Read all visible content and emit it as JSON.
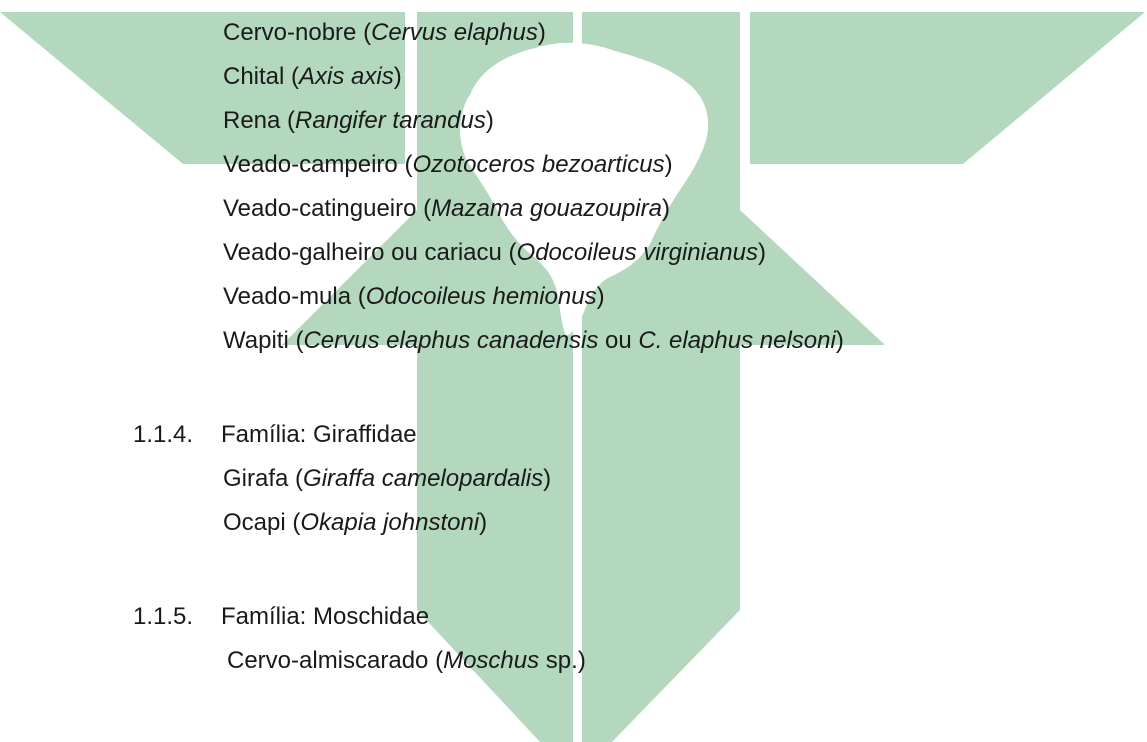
{
  "watermark": {
    "fill_color": "#b3d8bd",
    "map_color": "#ffffff",
    "description_icon": "green-cross-with-south-america-map-watermark"
  },
  "sections": [
    {
      "heading": null,
      "species": [
        {
          "common": "Cervo-nobre",
          "scientific": "Cervus elaphus"
        },
        {
          "common": "Chital",
          "scientific": "Axis axis"
        },
        {
          "common": "Rena",
          "scientific": "Rangifer tarandus"
        },
        {
          "common": "Veado-campeiro",
          "scientific": "Ozotoceros bezoarticus"
        },
        {
          "common": "Veado-catingueiro",
          "scientific": "Mazama gouazoupira"
        },
        {
          "common": "Veado-galheiro ou cariacu",
          "scientific": "Odocoileus virginianus"
        },
        {
          "common": "Veado-mula",
          "scientific": "Odocoileus hemionus"
        },
        {
          "common": "Wapiti",
          "scientific": "Cervus elaphus canadensis",
          "connector": "ou",
          "scientific2": "C. elaphus nelsoni"
        }
      ]
    },
    {
      "heading": {
        "number": "1.1.4.",
        "label": "Família: Giraffidae"
      },
      "species": [
        {
          "common": "Girafa",
          "scientific": "Giraffa camelopardalis"
        },
        {
          "common": "Ocapi",
          "scientific": "Okapia johnstoni"
        }
      ]
    },
    {
      "heading": {
        "number": "1.1.5.",
        "label": "Família: Moschidae"
      },
      "species": [
        {
          "common": "Cervo-almiscarado",
          "scientific": "Moschus",
          "suffix": "sp."
        }
      ]
    }
  ]
}
